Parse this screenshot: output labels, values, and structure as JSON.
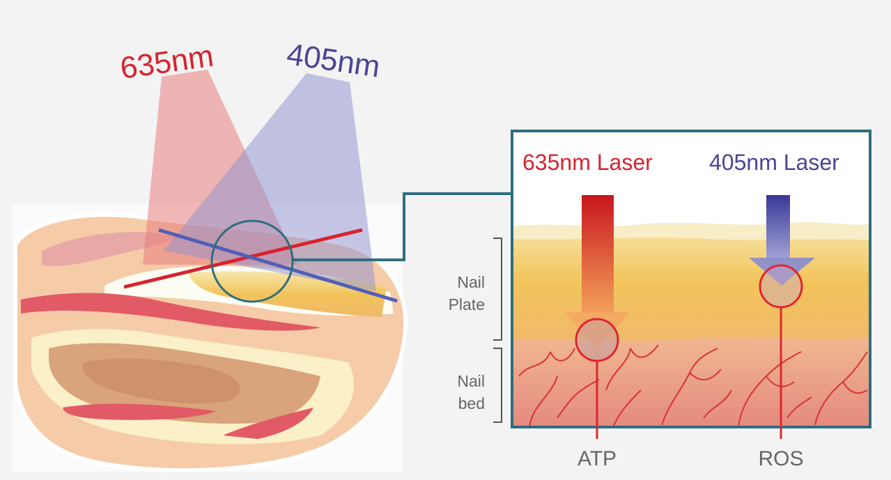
{
  "beams": {
    "red_wavelength": "635nm",
    "blue_wavelength": "405nm"
  },
  "inset": {
    "red_laser_label": "635nm Laser",
    "blue_laser_label": "405nm Laser",
    "layer_nail_plate_line1": "Nail",
    "layer_nail_plate_line2": "Plate",
    "layer_nail_bed_line1": "Nail",
    "layer_nail_bed_line2": "bed",
    "target_atp": "ATP",
    "target_ros": "ROS"
  },
  "colors": {
    "red_accent": "#d7232f",
    "blue_accent": "#4b4596",
    "frame": "#2e6e7e",
    "gray_text": "#666666"
  }
}
